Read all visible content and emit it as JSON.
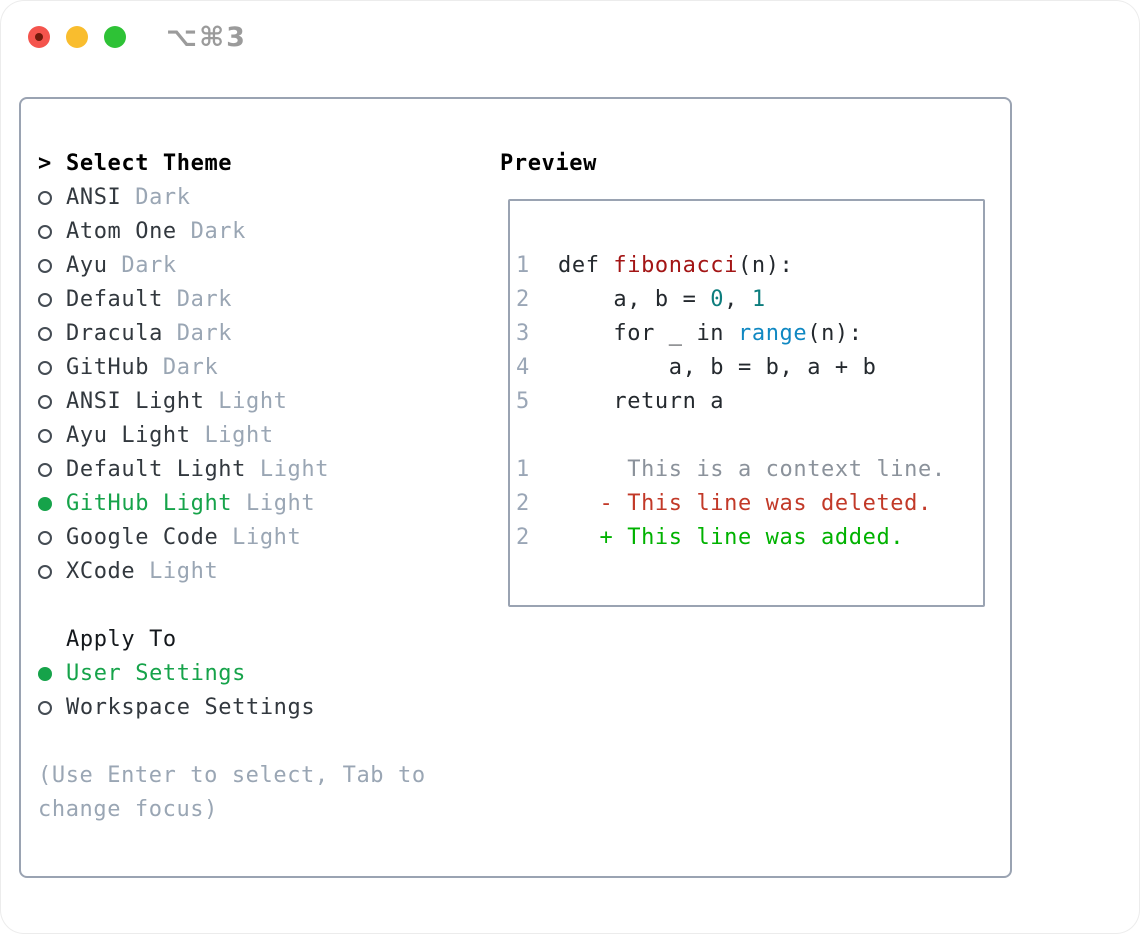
{
  "titlebar": {
    "title": "⌥⌘3"
  },
  "colors": {
    "traffic_red": "#f4544d",
    "traffic_yellow": "#f9bd2e",
    "traffic_green": "#2ec236",
    "border_gray": "#9aa3b2",
    "text_dark": "#32383e",
    "muted_gray": "#9aa6b4",
    "selected_green": "#16a34a",
    "line_number_gray": "#9aa6b6",
    "code_text": "#24292e",
    "function_red": "#a31515",
    "number_teal": "#0d7d7d",
    "builtin_blue": "#1088c2",
    "context_gray": "#8b929b",
    "deleted_red": "#c23928",
    "added_green": "#00b200"
  },
  "theme_select": {
    "prefix": ">",
    "header": "Select Theme",
    "items": [
      {
        "name": "ANSI",
        "variant": "Dark",
        "selected": false
      },
      {
        "name": "Atom One",
        "variant": "Dark",
        "selected": false
      },
      {
        "name": "Ayu",
        "variant": "Dark",
        "selected": false
      },
      {
        "name": "Default",
        "variant": "Dark",
        "selected": false
      },
      {
        "name": "Dracula",
        "variant": "Dark",
        "selected": false
      },
      {
        "name": "GitHub",
        "variant": "Dark",
        "selected": false
      },
      {
        "name": "ANSI Light",
        "variant": "Light",
        "selected": false
      },
      {
        "name": "Ayu Light",
        "variant": "Light",
        "selected": false
      },
      {
        "name": "Default Light",
        "variant": "Light",
        "selected": false
      },
      {
        "name": "GitHub Light",
        "variant": "Light",
        "selected": true
      },
      {
        "name": "Google Code",
        "variant": "Light",
        "selected": false
      },
      {
        "name": "XCode",
        "variant": "Light",
        "selected": false
      }
    ]
  },
  "apply_to": {
    "header": "Apply To",
    "options": [
      {
        "label": "User Settings",
        "selected": true
      },
      {
        "label": "Workspace Settings",
        "selected": false
      }
    ]
  },
  "help": {
    "lines": [
      "(Use Enter to select, Tab to",
      "change focus)"
    ]
  },
  "preview": {
    "title": "Preview",
    "lines": [
      {
        "num": "1",
        "tokens": [
          {
            "text": "def ",
            "style": "code"
          },
          {
            "text": "fibonacci",
            "style": "function"
          },
          {
            "text": "(n):",
            "style": "code"
          }
        ]
      },
      {
        "num": "2",
        "tokens": [
          {
            "text": "    a, b = ",
            "style": "code"
          },
          {
            "text": "0",
            "style": "number"
          },
          {
            "text": ", ",
            "style": "code"
          },
          {
            "text": "1",
            "style": "number"
          }
        ]
      },
      {
        "num": "3",
        "tokens": [
          {
            "text": "    for _ in ",
            "style": "code"
          },
          {
            "text": "range",
            "style": "builtin"
          },
          {
            "text": "(n):",
            "style": "code"
          }
        ]
      },
      {
        "num": "4",
        "tokens": [
          {
            "text": "        a, b = b, a + b",
            "style": "code"
          }
        ]
      },
      {
        "num": "5",
        "tokens": [
          {
            "text": "    return a",
            "style": "code"
          }
        ]
      },
      {
        "blank": true
      },
      {
        "num": "1",
        "tokens": [
          {
            "text": "     This is a context line.",
            "style": "context"
          }
        ]
      },
      {
        "num": "2",
        "tokens": [
          {
            "text": "   - This line was deleted.",
            "style": "deleted"
          }
        ]
      },
      {
        "num": "2",
        "tokens": [
          {
            "text": "   + This line was added.",
            "style": "added"
          }
        ]
      }
    ]
  }
}
